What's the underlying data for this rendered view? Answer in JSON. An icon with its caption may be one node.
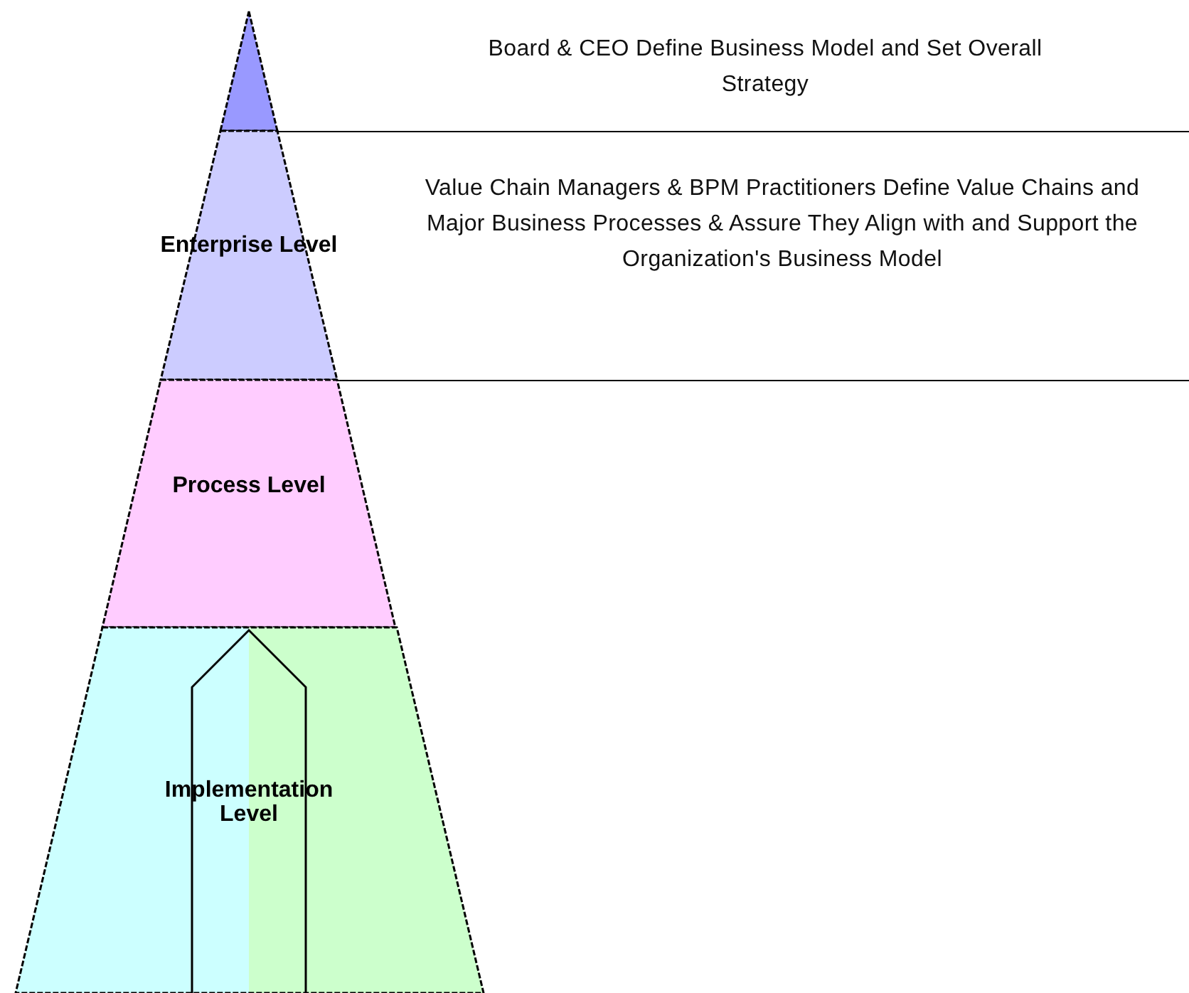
{
  "diagram": {
    "nodes": [
      {
        "text": [],
        "shape": "triangle"
      },
      {
        "text": [
          "Enterprise Level"
        ]
      },
      {
        "text": [
          "Process Level"
        ]
      },
      {
        "text": [
          "Implementation Level"
        ]
      }
    ],
    "labels": [
      "Board & CEO Define Business Model and Set Overall Strategy",
      "Value Chain Managers & BPM Practitioners Define Value Chains and Major Business Processes & Assure They Align with and Support the Organization's Business Model"
    ]
  }
}
